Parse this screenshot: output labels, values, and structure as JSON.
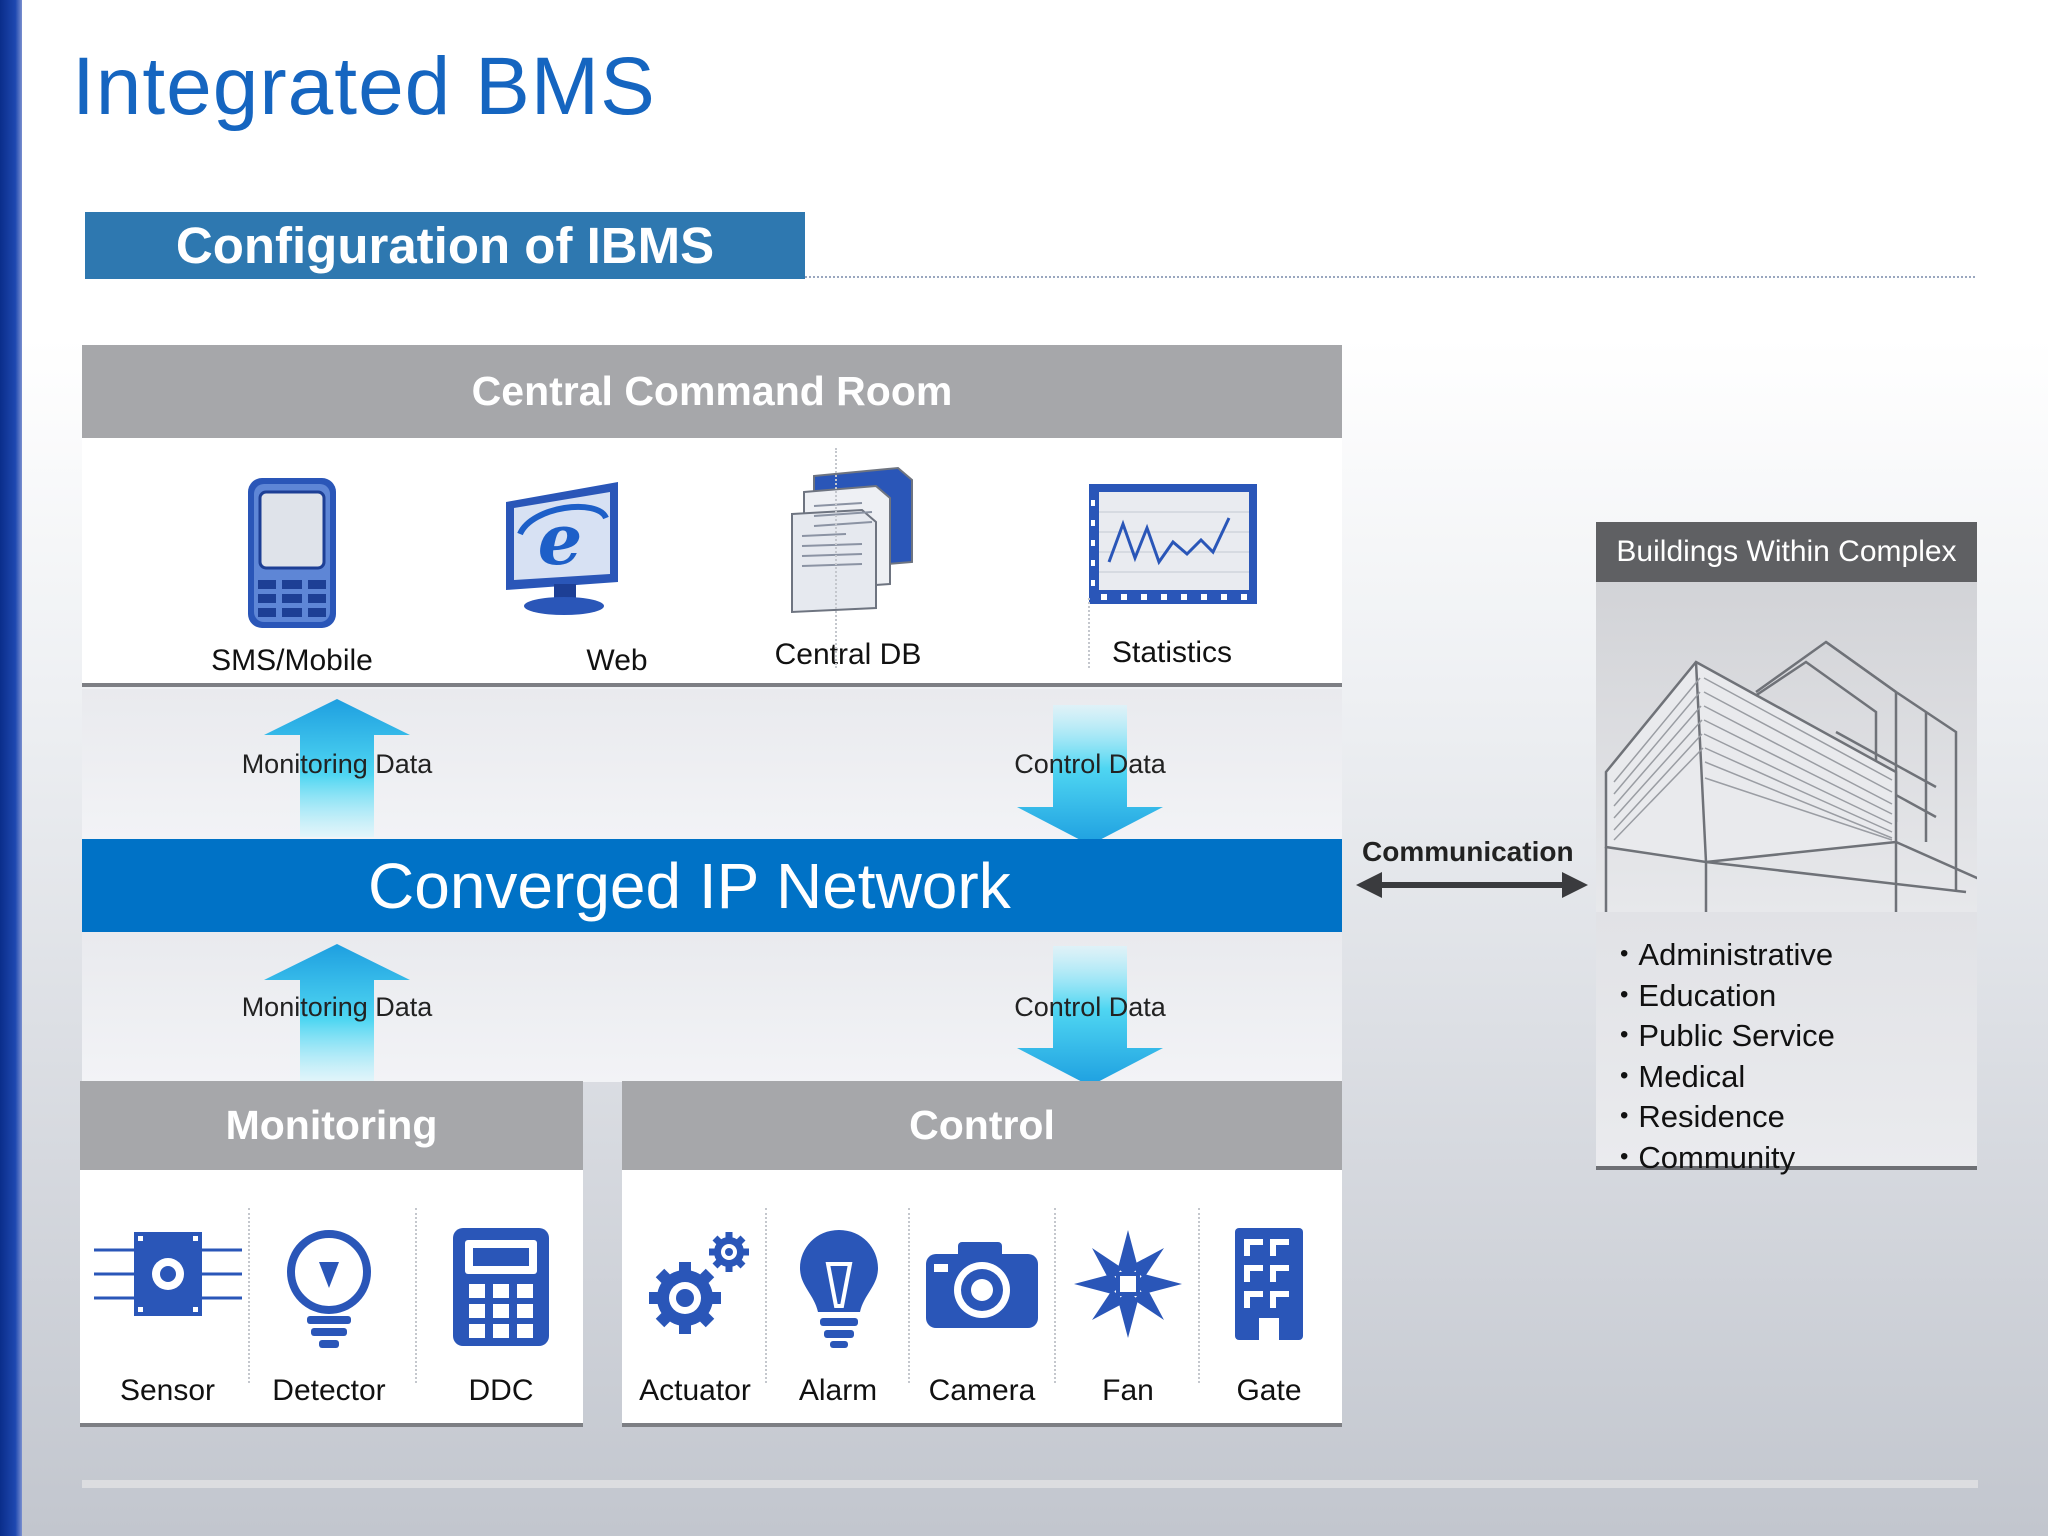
{
  "title": "Integrated BMS",
  "section_title": "Configuration of IBMS",
  "central_command": {
    "header": "Central Command Room",
    "items": [
      {
        "label": "SMS/Mobile",
        "icon": "mobile-phone-icon"
      },
      {
        "label": "Web",
        "icon": "web-browser-icon"
      },
      {
        "label": "Central DB",
        "icon": "documents-icon"
      },
      {
        "label": "Statistics",
        "icon": "statistics-chart-icon"
      }
    ]
  },
  "flows_upper": {
    "up": "Monitoring Data",
    "down": "Control Data"
  },
  "network": "Converged IP Network",
  "flows_lower": {
    "up": "Monitoring Data",
    "down": "Control Data"
  },
  "monitoring": {
    "header": "Monitoring",
    "items": [
      {
        "label": "Sensor",
        "icon": "sensor-chip-icon"
      },
      {
        "label": "Detector",
        "icon": "detector-icon"
      },
      {
        "label": "DDC",
        "icon": "calculator-icon"
      }
    ]
  },
  "control": {
    "header": "Control",
    "items": [
      {
        "label": "Actuator",
        "icon": "gears-icon"
      },
      {
        "label": "Alarm",
        "icon": "alarm-bulb-icon"
      },
      {
        "label": "Camera",
        "icon": "camera-icon"
      },
      {
        "label": "Fan",
        "icon": "fan-icon"
      },
      {
        "label": "Gate",
        "icon": "gate-icon"
      }
    ]
  },
  "communication": "Communication",
  "buildings": {
    "header": "Buildings Within Complex",
    "items": [
      "Administrative",
      "Education",
      "Public Service",
      "Medical",
      "Residence",
      "Community"
    ]
  },
  "colors": {
    "network_blue": "#0072c6",
    "title_blue": "#1565c0",
    "section_blue": "#2e78b0",
    "header_gray": "#a6a7aa",
    "icon_blue": "#2a56b8",
    "arrow_cyan": "#3ad6f0"
  }
}
